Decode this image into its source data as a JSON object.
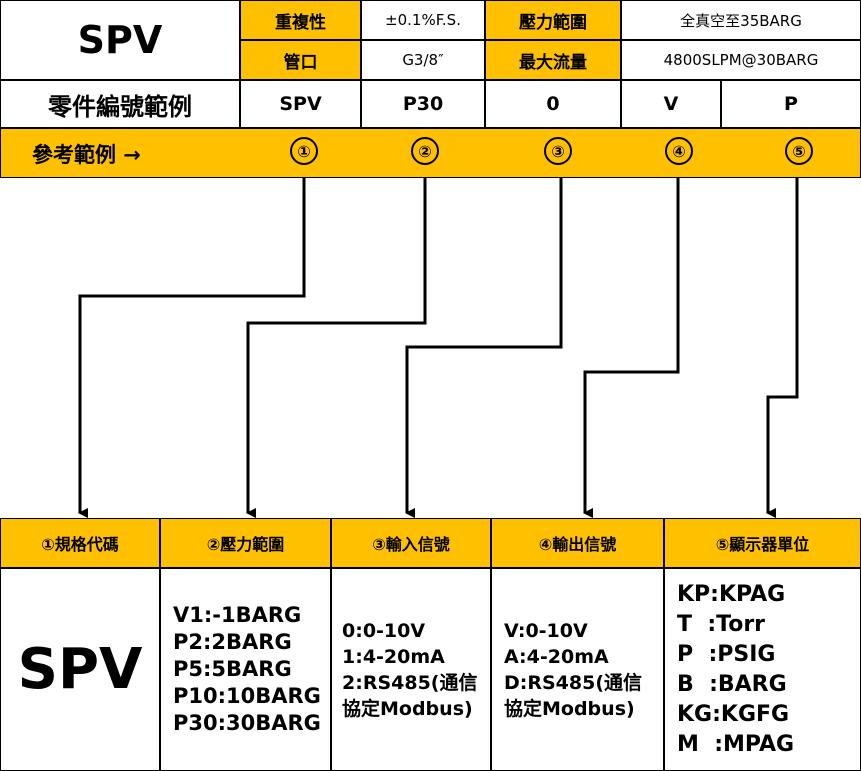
{
  "header": {
    "model": "SPV",
    "repeatability_label": "重複性",
    "repeatability_value": "±0.1%F.S.",
    "pressure_range_label": "壓力範圍",
    "pressure_range_value": "全真空至35BARG",
    "port_label": "管口",
    "port_value": "G3/8″",
    "max_flow_label": "最大流量",
    "max_flow_value": "4800SLPM@30BARG"
  },
  "part_number": {
    "label": "零件編號範例",
    "codes": [
      "SPV",
      "P30",
      "0",
      "V",
      "P"
    ]
  },
  "example": {
    "label": "參考範例 →",
    "markers": [
      "①",
      "②",
      "③",
      "④",
      "⑤"
    ]
  },
  "spec_table": {
    "headers": [
      "①規格代碼",
      "②壓力範圍",
      "③輸入信號",
      "④輸出信號",
      "⑤顯示器單位"
    ],
    "col1": "SPV",
    "col2": [
      "V1:-1BARG",
      "P2:2BARG",
      "P5:5BARG",
      "P10:10BARG",
      "P30:30BARG"
    ],
    "col3": [
      "0:0-10V",
      "1:4-20mA",
      "2:RS485(通信協定Modbus)"
    ],
    "col4": [
      "V:0-10V",
      "A:4-20mA",
      "D:RS485(通信協定Modbus)"
    ],
    "col5": [
      "KP:KPAG",
      "T  :Torr",
      "P  :PSIG",
      "B  :BARG",
      "KG:KGFG",
      "M  :MPAG"
    ]
  },
  "colors": {
    "accent": "#ffc000",
    "line": "#000000"
  }
}
